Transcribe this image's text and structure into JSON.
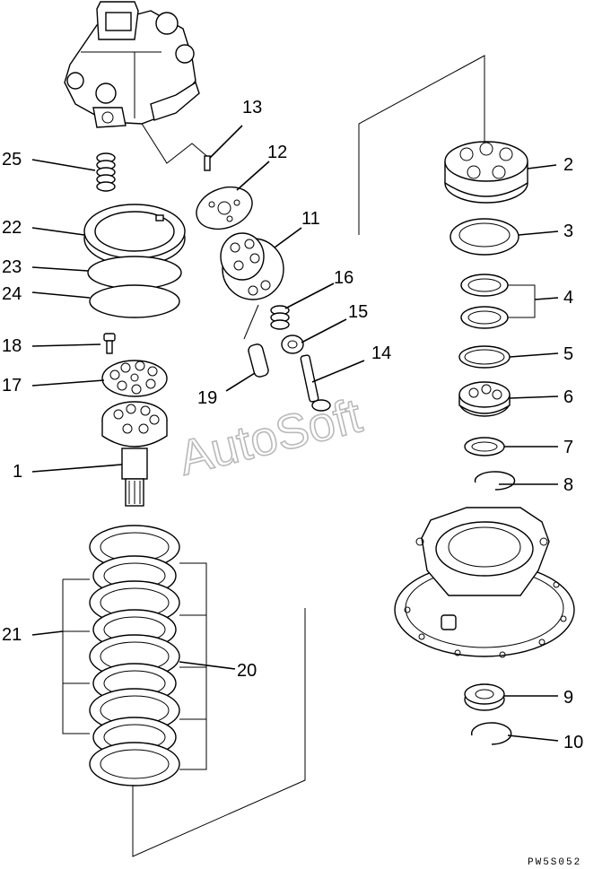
{
  "watermark": "AutoSoft",
  "drawing_code": "PW5S052",
  "callouts": {
    "c1": "1",
    "c2": "2",
    "c3": "3",
    "c4": "4",
    "c5": "5",
    "c6": "6",
    "c7": "7",
    "c8": "8",
    "c9": "9",
    "c10": "10",
    "c11": "11",
    "c12": "12",
    "c13": "13",
    "c14": "14",
    "c15": "15",
    "c16": "16",
    "c17": "17",
    "c18": "18",
    "c19": "19",
    "c20": "20",
    "c21": "21",
    "c22": "22",
    "c23": "23",
    "c24": "24",
    "c25": "25"
  }
}
